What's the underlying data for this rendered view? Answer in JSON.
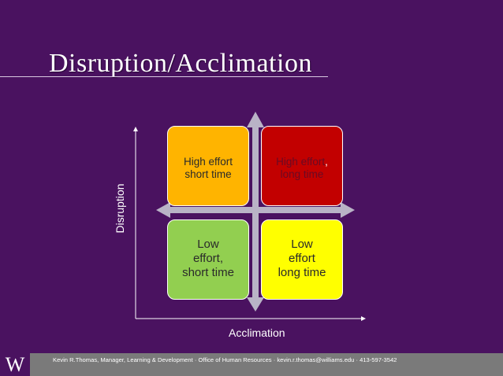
{
  "slide": {
    "title": "Disruption/Acclimation",
    "x_axis_label": "Acclimation",
    "y_axis_label": "Disruption"
  },
  "quadrants": {
    "top_left": {
      "line1": "High effort",
      "line2": "short time",
      "color": "#ffb400"
    },
    "top_right": {
      "line1": "High effort",
      "comma": ",",
      "line2": "long time",
      "color": "#c20000"
    },
    "bottom_left": {
      "line1": "Low",
      "line2": "effort,",
      "line3": "short time",
      "color": "#92cf50"
    },
    "bottom_right": {
      "line1": "Low",
      "line2": "effort",
      "line3": "long time",
      "color": "#ffff00"
    }
  },
  "footer": {
    "logo": "W",
    "text": "Kevin R.Thomas, Manager, Learning & Development  ·  Office of Human Resources  ·  kevin.r.thomas@williams.edu  ·  413-597-3542"
  },
  "colors": {
    "background": "#4a1260",
    "footer_bar": "#7a7a7a",
    "arrows": "#b9b3c6"
  }
}
